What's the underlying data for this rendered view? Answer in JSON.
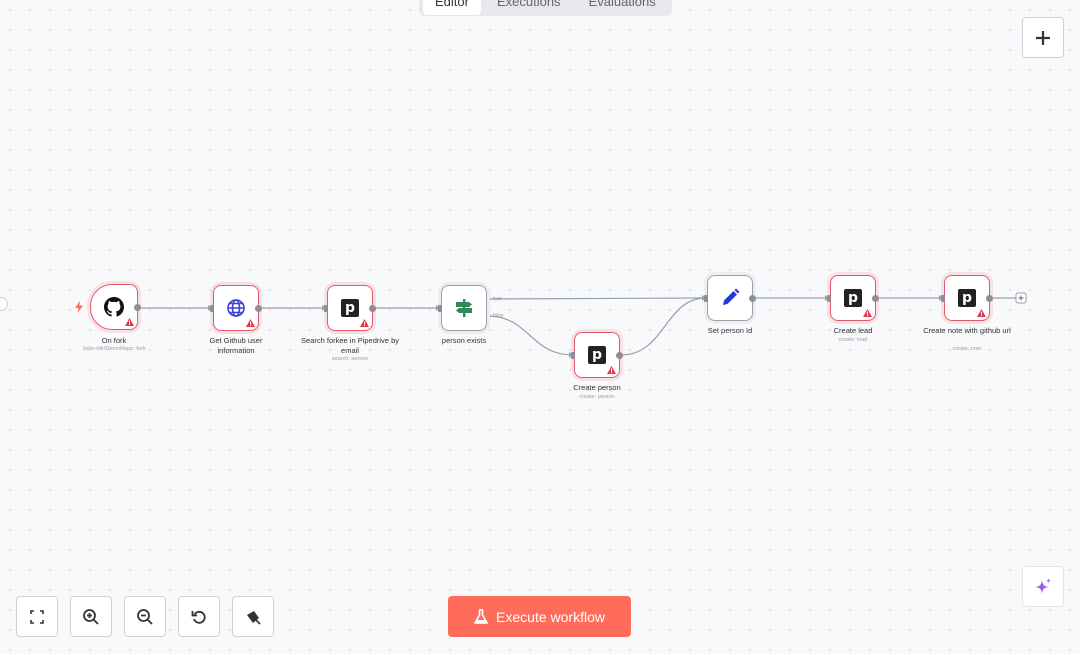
{
  "tabs": [
    "Editor",
    "Executions",
    "Evaluations"
  ],
  "nodes": {
    "on_fork": {
      "title": "On fork",
      "subtitle": "John-nltr/DemoRepo: fork"
    },
    "get_github": {
      "title": "Get Github user information",
      "subtitle": ""
    },
    "search_forkee": {
      "title": "Search forkee in Pipedrive by email",
      "subtitle": "search: person"
    },
    "person_exists": {
      "title": "person exists",
      "subtitle": ""
    },
    "create_person": {
      "title": "Create person",
      "subtitle": "create: person"
    },
    "set_person_id": {
      "title": "Set person Id",
      "subtitle": ""
    },
    "create_lead": {
      "title": "Create lead",
      "subtitle": "create: lead"
    },
    "create_note": {
      "title": "Create note with github url",
      "subtitle": "create: note"
    }
  },
  "edges": {
    "true_label": "true",
    "false_label": "false"
  },
  "toolbar": {
    "execute_label": "Execute workflow"
  },
  "colors": {
    "error": "#e05a6b",
    "accent": "#ff6d5a",
    "sparkle": "#9b5de5"
  },
  "icons": [
    "plus-icon",
    "fit-view-icon",
    "zoom-in-icon",
    "zoom-out-icon",
    "reset-icon",
    "tidy-up-icon",
    "sparkle-icon",
    "github-icon",
    "globe-icon",
    "pipedrive-icon",
    "if-icon",
    "pencil-icon",
    "warning-icon",
    "flask-icon"
  ]
}
